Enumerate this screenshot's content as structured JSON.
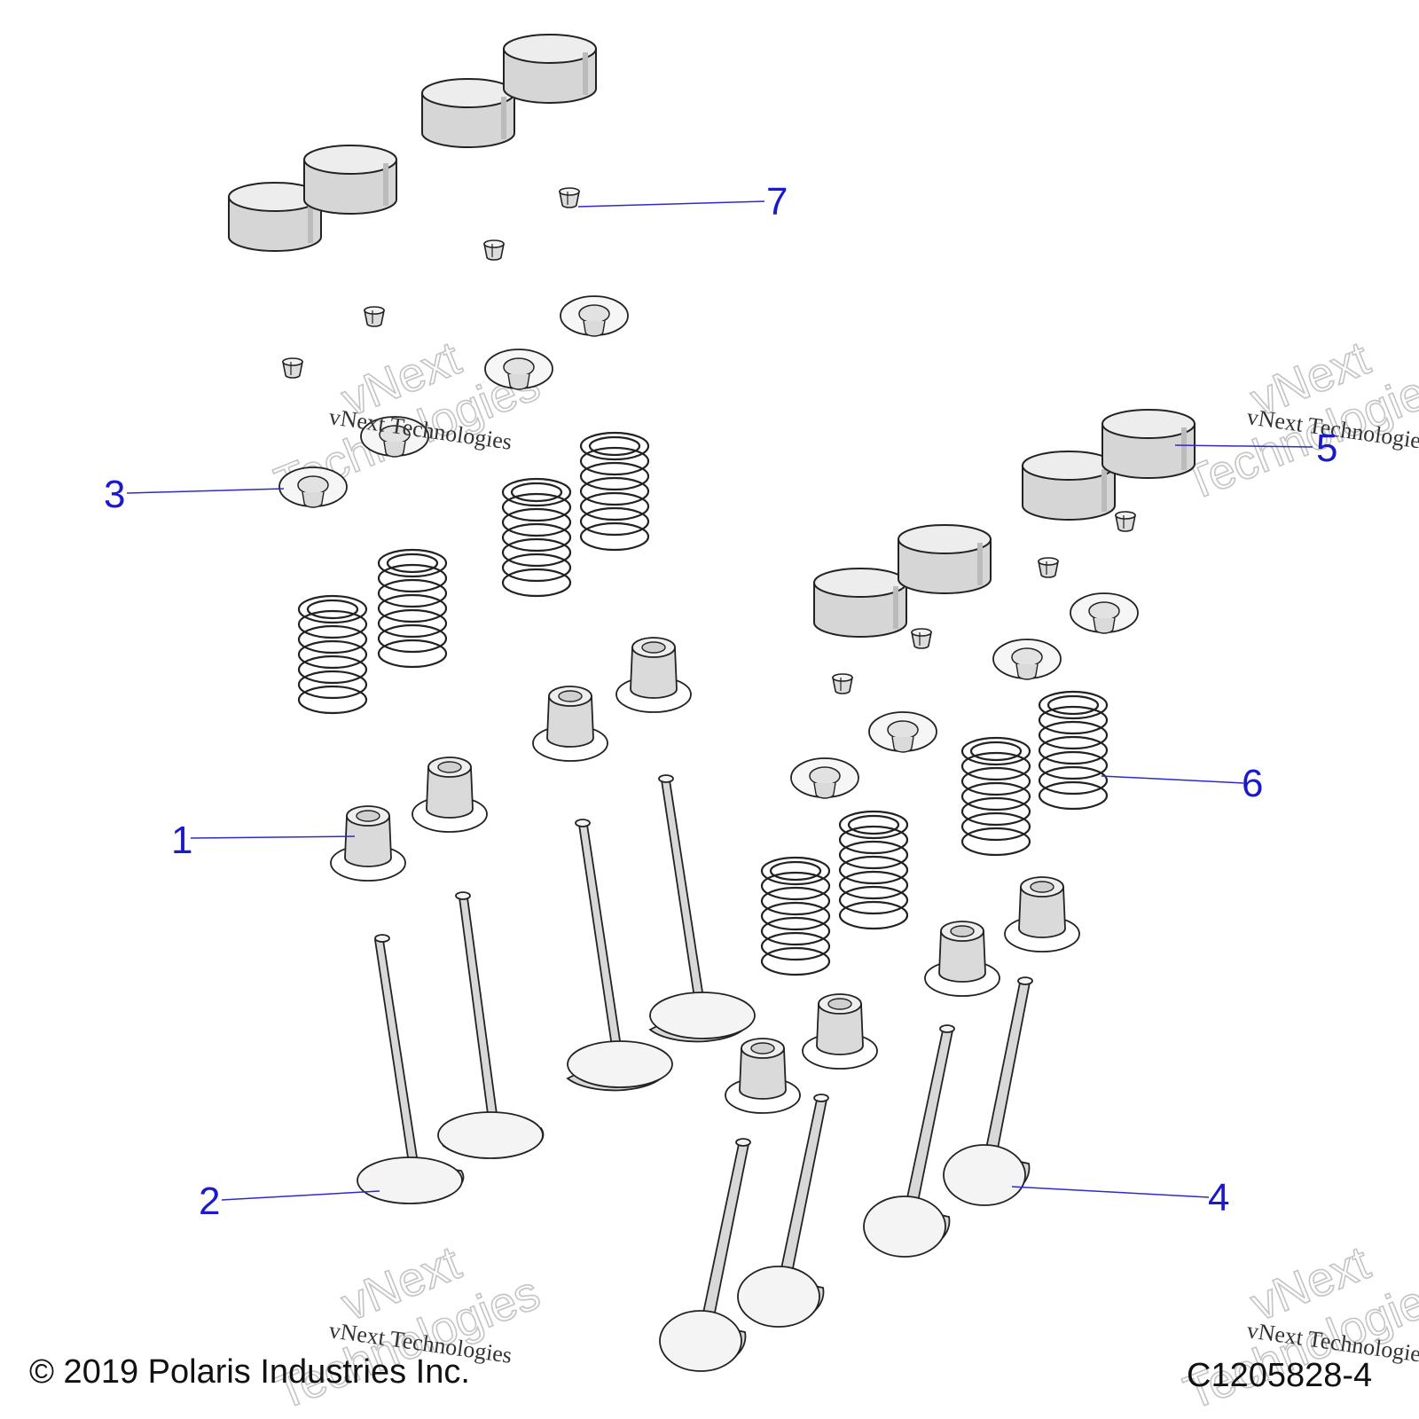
{
  "diagram": {
    "callouts": [
      {
        "number": "1",
        "part": "valve-seal"
      },
      {
        "number": "2",
        "part": "intake-valve"
      },
      {
        "number": "3",
        "part": "spring-retainer"
      },
      {
        "number": "4",
        "part": "exhaust-valve"
      },
      {
        "number": "5",
        "part": "bucket-tappet"
      },
      {
        "number": "6",
        "part": "valve-spring"
      },
      {
        "number": "7",
        "part": "valve-keeper"
      }
    ],
    "colors": {
      "callout": "#1a1acc",
      "part_fill": "#d9d9d9",
      "part_outline": "#222222",
      "watermark": "#c4c4c4"
    }
  },
  "watermark": {
    "line_small": "vNext Technologies",
    "line_big_1": "vNext",
    "line_big_2": "Technologies"
  },
  "footer": {
    "copyright": "© 2019 Polaris Industries Inc.",
    "drawing_number": "C1205828-4"
  }
}
